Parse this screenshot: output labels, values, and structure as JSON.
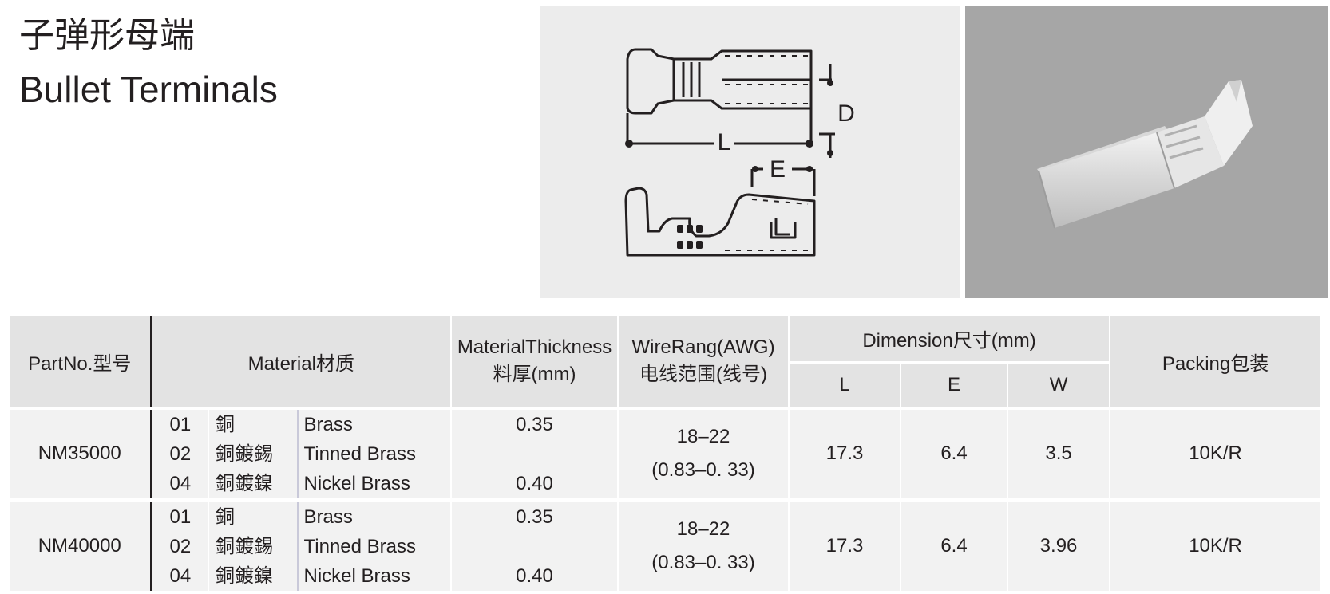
{
  "title": {
    "zh": "子弹形母端",
    "en": "Bullet  Terminals"
  },
  "drawing": {
    "dim_d": "D",
    "dim_l": "L",
    "dim_e": "E"
  },
  "table": {
    "headers": {
      "part_no": "PartNo.型号",
      "material": "Material材质",
      "thickness_line1": "MaterialThickness",
      "thickness_line2": "料厚(mm)",
      "wire_line1": "WireRang(AWG)",
      "wire_line2": "电线范围(线号)",
      "dimension": "Dimension尺寸(mm)",
      "dim_l": "L",
      "dim_e": "E",
      "dim_w": "W",
      "packing": "Packing包装"
    },
    "rows": [
      {
        "part_no": "NM35000",
        "materials": [
          {
            "code": "01",
            "zh": "銅",
            "en": "Brass"
          },
          {
            "code": "02",
            "zh": "銅鍍錫",
            "en": "Tinned Brass"
          },
          {
            "code": "04",
            "zh": "銅鍍鎳",
            "en": "Nickel Brass"
          }
        ],
        "thickness_top": "0.35",
        "thickness_bottom": "0.40",
        "wire_awg": "18–22",
        "wire_mm": "(0.83–0. 33)",
        "l": "17.3",
        "e": "6.4",
        "w": "3.5",
        "packing": "10K/R"
      },
      {
        "part_no": "NM40000",
        "materials": [
          {
            "code": "01",
            "zh": "銅",
            "en": "Brass"
          },
          {
            "code": "02",
            "zh": "銅鍍錫",
            "en": "Tinned Brass"
          },
          {
            "code": "04",
            "zh": "銅鍍鎳",
            "en": "Nickel Brass"
          }
        ],
        "thickness_top": "0.35",
        "thickness_bottom": "0.40",
        "wire_awg": "18–22",
        "wire_mm": "(0.83–0. 33)",
        "l": "17.3",
        "e": "6.4",
        "w": "3.96",
        "packing": "10K/R"
      }
    ]
  }
}
